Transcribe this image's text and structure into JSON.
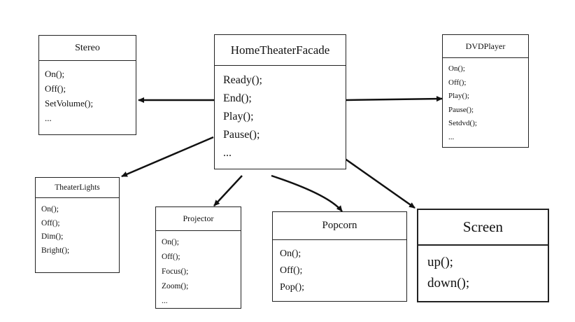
{
  "classes": {
    "facade": {
      "name": "HomeTheaterFacade",
      "methods": [
        "Ready();",
        "End();",
        "Play();",
        "Pause();",
        "..."
      ]
    },
    "stereo": {
      "name": "Stereo",
      "methods": [
        "On();",
        "Off();",
        "SetVolume();",
        "..."
      ]
    },
    "dvdplayer": {
      "name": "DVDPlayer",
      "methods": [
        "On();",
        "Off();",
        "Play();",
        "Pause();",
        "Setdvd();",
        "..."
      ]
    },
    "theaterlights": {
      "name": "TheaterLights",
      "methods": [
        "On();",
        "Off();",
        "Dim();",
        "Bright();"
      ]
    },
    "projector": {
      "name": "Projector",
      "methods": [
        "On();",
        "Off();",
        "Focus();",
        "Zoom();",
        "..."
      ]
    },
    "popcorn": {
      "name": "Popcorn",
      "methods": [
        "On();",
        "Off();",
        "Pop();"
      ]
    },
    "screen": {
      "name": "Screen",
      "methods": [
        "up();",
        "down();"
      ]
    }
  }
}
